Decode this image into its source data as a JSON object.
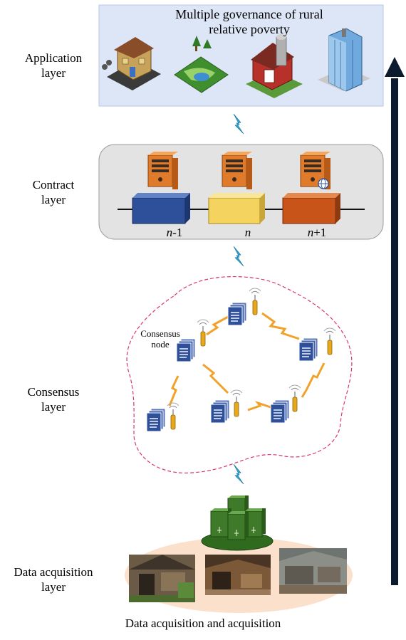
{
  "application_layer": {
    "label_line1": "Application",
    "label_line2": "layer",
    "title_line1": "Multiple governance of rural",
    "title_line2": "relative poverty",
    "icons": [
      "house-icon",
      "park-icon",
      "barn-icon",
      "office-building-icon"
    ]
  },
  "contract_layer": {
    "label_line1": "Contract",
    "label_line2": "layer",
    "blocks": [
      {
        "label_italic": "n",
        "label_suffix": "-1",
        "color": "#2e4f9a"
      },
      {
        "label_italic": "n",
        "label_suffix": "",
        "color": "#f4d35e"
      },
      {
        "label_italic": "n",
        "label_suffix": "+1",
        "color": "#c9541a"
      }
    ],
    "icons": [
      "server-icon",
      "server-icon",
      "server-globe-icon"
    ]
  },
  "consensus_layer": {
    "label_line1": "Consensus",
    "label_line2": "layer",
    "node_label_line1": "Consensus",
    "node_label_line2": "node"
  },
  "data_layer": {
    "label_line1": "Data acquisition",
    "label_line2": "layer",
    "icons": [
      "server-cluster-icon",
      "photo-rural-house-1",
      "photo-rural-house-2",
      "photo-rural-house-3"
    ]
  },
  "caption": "Data acquisition and acquisition",
  "colors": {
    "app_panel": "#dde6f7",
    "contract_panel": "#e3e3e3",
    "lightning": "#2aa7d8",
    "consensus_link": "#f0a22a",
    "consensus_border": "#d8367a",
    "doc_blue": "#2e4f9a",
    "data_ellipse": "#fbe0cc",
    "server_green": "#3f7a2a"
  }
}
